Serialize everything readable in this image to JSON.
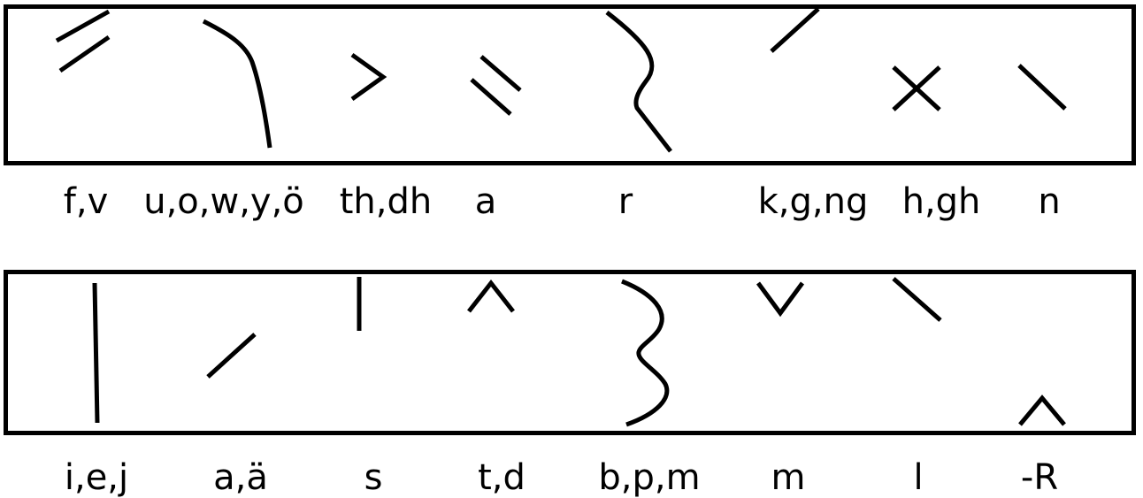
{
  "rows": [
    {
      "labels": [
        "f,v",
        "u,o,w,y,ö",
        "th,dh",
        "a",
        "r",
        "k,g,ng",
        "h,gh",
        "n"
      ]
    },
    {
      "labels": [
        "i,e,j",
        "a,ä",
        "s",
        "t,d",
        "b,p,m",
        "m",
        "l",
        "-R"
      ]
    }
  ]
}
